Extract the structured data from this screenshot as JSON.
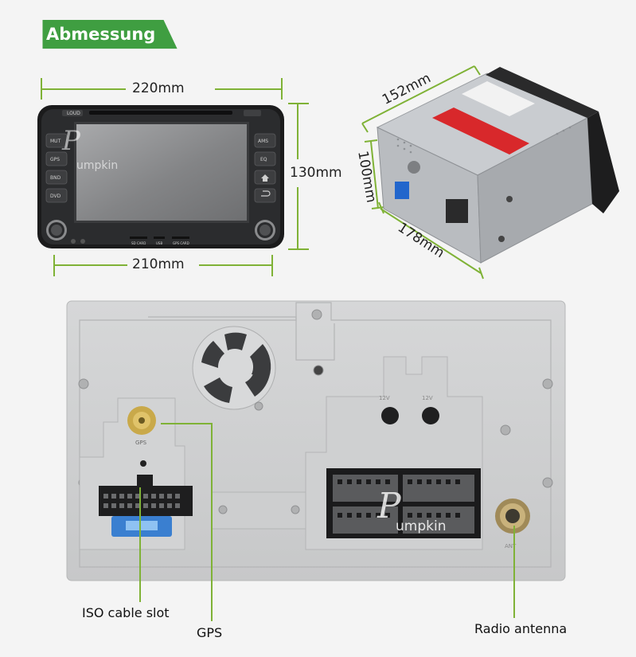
{
  "heading": "Abmessung",
  "dimensions": {
    "front_width_top": "220mm",
    "front_height": "130mm",
    "front_width_bottom": "210mm",
    "box_width": "152mm",
    "box_height": "100mm",
    "box_depth": "178mm"
  },
  "front_panel": {
    "top_button": "LOUD",
    "left_buttons": [
      "MUT",
      "GPS",
      "BND",
      "DVD"
    ],
    "right_buttons": [
      "AMS",
      "EQ"
    ],
    "slot_labels": [
      "SD CARD",
      "USB",
      "GPS CARD"
    ]
  },
  "logo": "umpkin",
  "back_labels": {
    "gps_port": "GPS",
    "antenna_port": "ANT",
    "volt_left": "12V",
    "volt_right": "12V"
  },
  "callouts": {
    "iso": "ISO cable slot",
    "gps": "GPS",
    "radio": "Radio antenna"
  },
  "colors": {
    "accent_green": "#7fb236",
    "badge_green": "#3f9e41",
    "panel": "#cfd0d1"
  }
}
